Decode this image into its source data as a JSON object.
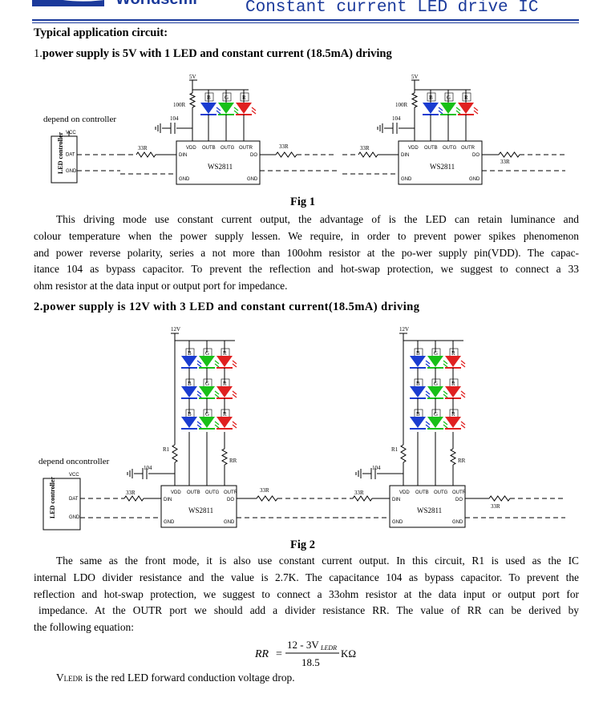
{
  "header": {
    "logo_text": "Worldsemi",
    "title": "Constant current LED drive IC",
    "accent": "#1b3a9b"
  },
  "section_heading": "Typical application circuit:",
  "case1": {
    "number": "1.",
    "title": "power supply is 5V with 1 LED and constant current (18.5mA) driving"
  },
  "case2": {
    "title": "2.power supply is 12V with 3 LED and constant current(18.5mA) driving"
  },
  "fig1": {
    "caption": "Fig 1",
    "labels": {
      "supply": "5V",
      "resistor": "100R",
      "cap": "104",
      "series": "33R",
      "controller_caption": "depend on controller",
      "controller": "LED controller",
      "vcc": "VCC",
      "dat": "DAT",
      "gnd": "GND",
      "ic": "WS2811",
      "vdd": "VDD",
      "outb": "OUTB",
      "outg": "OUTG",
      "outr": "OUTR",
      "din": "DIN",
      "do": "DO",
      "b": "B",
      "g": "G",
      "r": "R"
    }
  },
  "para1": [
    "This driving mode use constant current output, the advantage of is the LED can retain luminance and",
    "colour temperature when the power supply lessen. We require, in order to prevent power spikes phenomenon",
    "and power reverse polarity, series a not more than 100ohm resistor at the po-wer supply pin(VDD). The capac-",
    "itance 104 as bypass capacitor. To prevent the reflection and hot-swap protection, we suggest to connect a  33",
    "ohm resistor at the data input or output port for impedance."
  ],
  "fig2": {
    "caption": "Fig 2",
    "labels": {
      "supply": "12V",
      "r1": "R1",
      "rr": "RR",
      "cap": "104",
      "series": "33R",
      "controller_caption": "depend oncontroller",
      "controller": "LED controller",
      "vcc": "VCC",
      "dat": "DAT",
      "gnd": "GND",
      "ic": "WS2811",
      "vdd": "VDD",
      "outb": "OUTB",
      "outg": "OUTG",
      "outr": "OUTR",
      "din": "DIN",
      "do": "DO",
      "b": "B",
      "g": "G",
      "r": "R"
    }
  },
  "para2": [
    "The same as the front mode, it is also use constant current output. In this circuit, R1 is used as the IC",
    "internal LDO divider resistance and the value is 2.7K. The capacitance 104 as bypass capacitor. To prevent the",
    "reflection and hot-swap protection, we suggest to connect a 33ohm resistor at the data input or output port for",
    "impedance. At the OUTR port we should add a divider resistance RR. The value of RR can be derived  by",
    "the following equation:"
  ],
  "equation": {
    "lhs": "RR",
    "equals": "=",
    "numerator_a": "12 - 3V",
    "numerator_sub": "LEDR",
    "denominator": "18.5",
    "unit": "KΩ"
  },
  "vledr": {
    "symbol": "V",
    "sub": "LEDR",
    "text": "is the red LED forward conduction voltage drop."
  },
  "colors": {
    "blue_led": "#1a3cd0",
    "green_led": "#18c018",
    "red_led": "#e02020"
  }
}
